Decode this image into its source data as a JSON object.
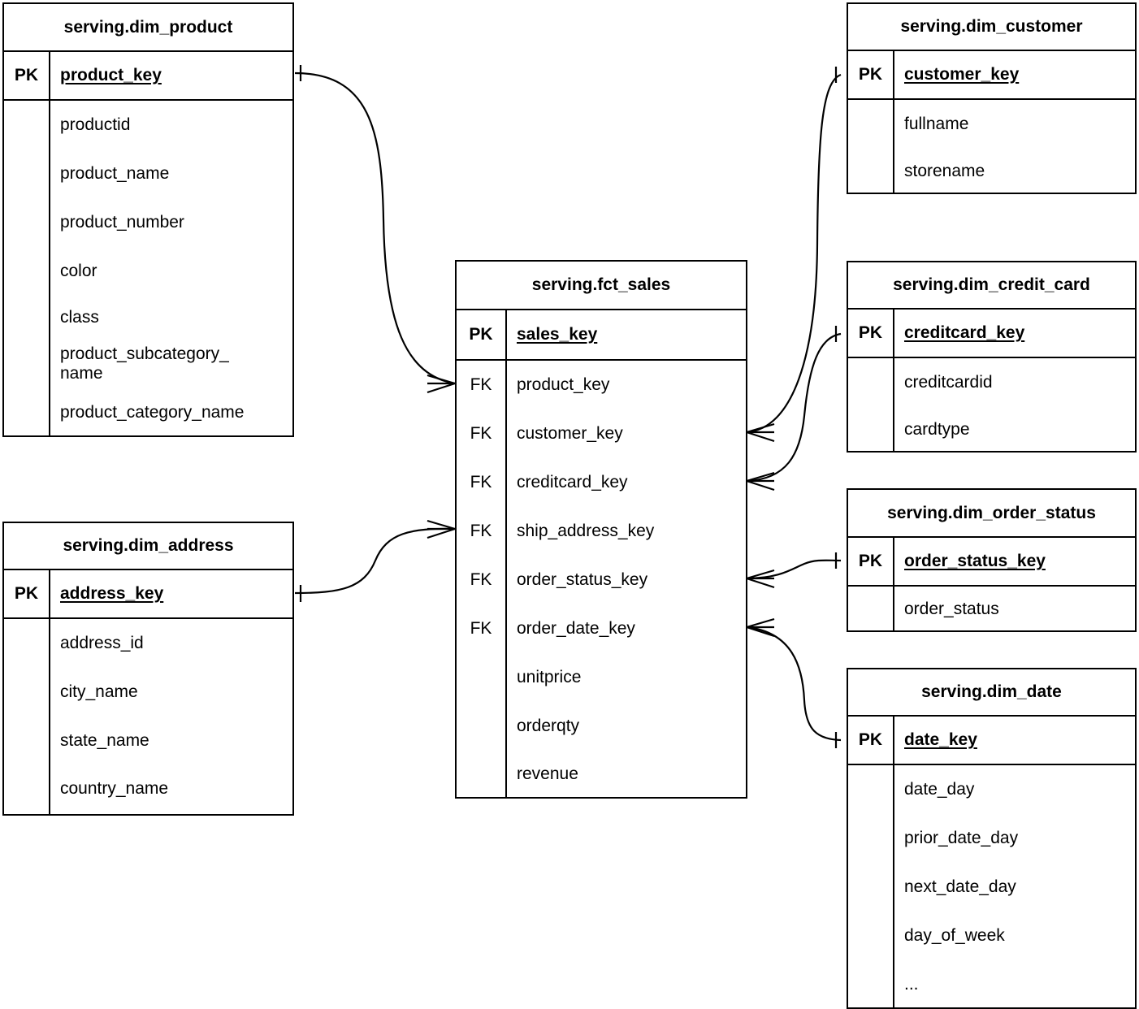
{
  "diagram": {
    "kind": "entity-relationship-diagram",
    "notation": "crow's-foot",
    "background_color": "#ffffff",
    "line_color": "#000000"
  },
  "entities": {
    "dim_product": {
      "title": "serving.dim_product",
      "pk_label": "PK",
      "pk_field": "product_key",
      "fields": [
        "productid",
        "product_name",
        "product_number",
        "color",
        "class",
        "product_subcategory_\nname",
        "product_category_name"
      ],
      "field_0": "productid",
      "field_1": "product_name",
      "field_2": "product_number",
      "field_3": "color",
      "field_4": "class",
      "field_5a": "product_subcategory_",
      "field_5b": "name",
      "field_6": "product_category_name"
    },
    "dim_address": {
      "title": "serving.dim_address",
      "pk_label": "PK",
      "pk_field": "address_key",
      "field_0": "address_id",
      "field_1": "city_name",
      "field_2": "state_name",
      "field_3": "country_name"
    },
    "fct_sales": {
      "title": "serving.fct_sales",
      "pk_label": "PK",
      "pk_field": "sales_key",
      "fk_label": "FK",
      "row_0_key": "FK",
      "row_0_field": "product_key",
      "row_1_key": "FK",
      "row_1_field": "customer_key",
      "row_2_key": "FK",
      "row_2_field": "creditcard_key",
      "row_3_key": "FK",
      "row_3_field": "ship_address_key",
      "row_4_key": "FK",
      "row_4_field": "order_status_key",
      "row_5_key": "FK",
      "row_5_field": "order_date_key",
      "row_6_key": "",
      "row_6_field": "unitprice",
      "row_7_key": "",
      "row_7_field": "orderqty",
      "row_8_key": "",
      "row_8_field": "revenue"
    },
    "dim_customer": {
      "title": "serving.dim_customer",
      "pk_label": "PK",
      "pk_field": "customer_key",
      "field_0": "fullname",
      "field_1": "storename"
    },
    "dim_credit_card": {
      "title": "serving.dim_credit_card",
      "pk_label": "PK",
      "pk_field": "creditcard_key",
      "field_0": "creditcardid",
      "field_1": "cardtype"
    },
    "dim_order_status": {
      "title": "serving.dim_order_status",
      "pk_label": "PK",
      "pk_field": "order_status_key",
      "field_0": "order_status"
    },
    "dim_date": {
      "title": "serving.dim_date",
      "pk_label": "PK",
      "pk_field": "date_key",
      "field_0": "date_day",
      "field_1": "prior_date_day",
      "field_2": "next_date_day",
      "field_3": "day_of_week",
      "field_4": "..."
    }
  },
  "relationships": [
    {
      "name": "product-to-sales",
      "from": "serving.dim_product.product_key",
      "to": "serving.fct_sales.product_key",
      "from_cardinality": "one",
      "to_cardinality": "many"
    },
    {
      "name": "address-to-sales",
      "from": "serving.dim_address.address_key",
      "to": "serving.fct_sales.ship_address_key",
      "from_cardinality": "one",
      "to_cardinality": "many"
    },
    {
      "name": "sales-to-customer",
      "from": "serving.fct_sales.customer_key",
      "to": "serving.dim_customer.customer_key",
      "from_cardinality": "many",
      "to_cardinality": "one"
    },
    {
      "name": "sales-to-credit-card",
      "from": "serving.fct_sales.creditcard_key",
      "to": "serving.dim_credit_card.creditcard_key",
      "from_cardinality": "many",
      "to_cardinality": "one"
    },
    {
      "name": "sales-to-order-status",
      "from": "serving.fct_sales.order_status_key",
      "to": "serving.dim_order_status.order_status_key",
      "from_cardinality": "many",
      "to_cardinality": "one"
    },
    {
      "name": "sales-to-date",
      "from": "serving.fct_sales.order_date_key",
      "to": "serving.dim_date.date_key",
      "from_cardinality": "many",
      "to_cardinality": "one"
    }
  ]
}
